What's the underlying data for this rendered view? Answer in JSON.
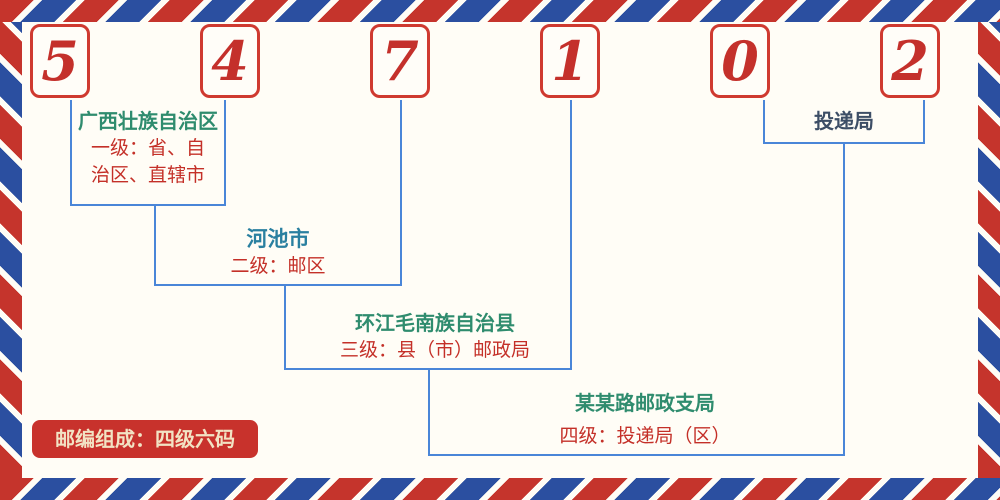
{
  "code_boxes": {
    "digits": [
      "5",
      "4",
      "7",
      "1",
      "0",
      "2"
    ]
  },
  "level1": {
    "name": "广西壮族自治区",
    "desc_line1": "一级：省、自",
    "desc_line2": "治区、直辖市"
  },
  "level2": {
    "name": "河池市",
    "desc": "二级：邮区"
  },
  "level3": {
    "name": "环江毛南族自治县",
    "desc": "三级：县（市）邮政局"
  },
  "level4": {
    "name": "某某路邮政支局",
    "desc": "四级：投递局（区）"
  },
  "delivery": {
    "label": "投递局"
  },
  "footer": {
    "badge": "邮编组成：四级六码"
  },
  "colors": {
    "digit_red": "#c4302b",
    "box_border_red": "#cf3a30",
    "line_blue": "#4a86d8",
    "teal_name": "#2f8c6e",
    "blue_name": "#2a80a0",
    "navy_name": "#3d4e66",
    "red_label": "#c43028",
    "badge_bg": "#c8322c",
    "badge_text": "#f2e3c4",
    "stripe_red": "#c5342c",
    "stripe_blue": "#2b4fa0",
    "background": "#fffdf6"
  }
}
